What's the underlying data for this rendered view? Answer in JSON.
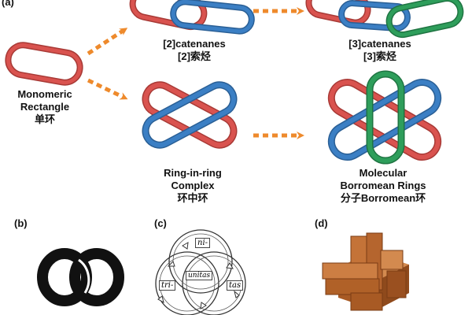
{
  "panels": {
    "a": "(a)",
    "b": "(b)",
    "c": "(c)",
    "d": "(d)"
  },
  "captions": {
    "monomer": [
      "Monomeric",
      "Rectangle",
      "单环"
    ],
    "catenane2": [
      "[2]catenanes",
      "[2]索烃"
    ],
    "catenane3": [
      "[3]catenanes",
      "[3]索烃"
    ],
    "ring_in_ring": [
      "Ring-in-ring",
      "Complex",
      "环中环"
    ],
    "borromean": [
      "Molecular",
      "Borromean Rings",
      "分子Borromean环"
    ]
  },
  "latin_emblem": {
    "top": "ni-",
    "left": "tri-",
    "right": "tas",
    "center": "unitas"
  },
  "colors": {
    "red_ring": "#d9534f",
    "blue_ring": "#3b7fc4",
    "green_ring": "#2e9e5b",
    "arrow": "#ee8a2c",
    "black_ring": "#111111",
    "wood": "#b8682e"
  }
}
